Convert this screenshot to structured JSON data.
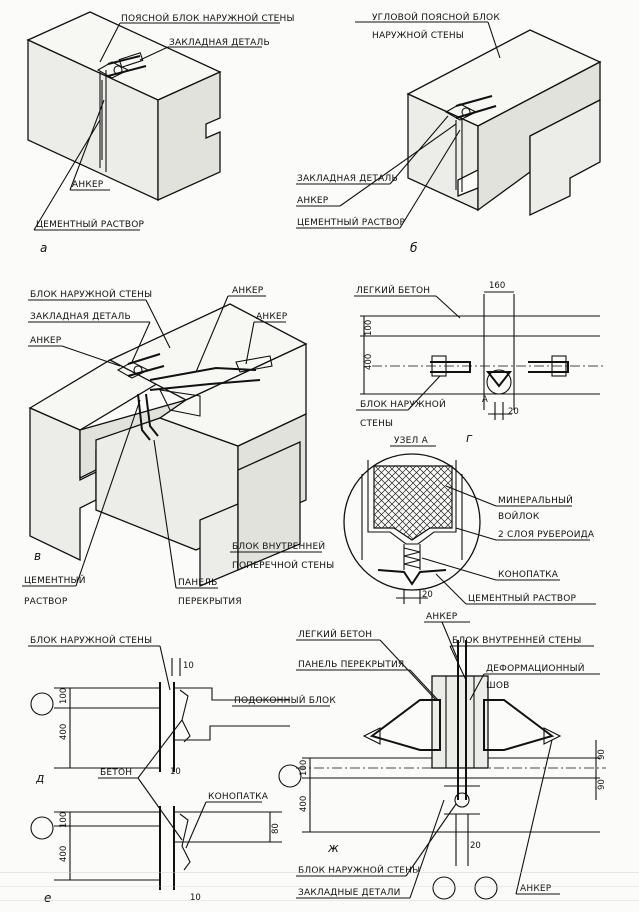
{
  "fig_a": {
    "letter": "а",
    "label_belt_block": "ПОЯСНОЙ БЛОК НАРУЖНОЙ СТЕНЫ",
    "label_embedded_part": "ЗАКЛАДНАЯ ДЕТАЛЬ",
    "label_anchor": "АНКЕР",
    "label_mortar": "ЦЕМЕНТНЫЙ РАСТВОР"
  },
  "fig_b": {
    "letter": "б",
    "label_corner_block_1": "УГЛОВОЙ ПОЯСНОЙ БЛОК",
    "label_corner_block_2": "НАРУЖНОЙ СТЕНЫ",
    "label_embedded_part": "ЗАКЛАДНАЯ ДЕТАЛЬ",
    "label_anchor": "АНКЕР",
    "label_mortar": "ЦЕМЕНТНЫЙ РАСТВОР"
  },
  "fig_v": {
    "letter": "в",
    "label_outer_block": "БЛОК НАРУЖНОЙ СТЕНЫ",
    "label_embedded_part": "ЗАКЛАДНАЯ ДЕТАЛЬ",
    "label_anchor_left": "АНКЕР",
    "label_anchor_top": "АНКЕР",
    "label_anchor_right": "АНКЕР",
    "label_mortar_1": "ЦЕМЕНТНЫЙ",
    "label_mortar_2": "РАСТВОР",
    "label_slab_1": "ПАНЕЛЬ",
    "label_slab_2": "ПЕРЕКРЫТИЯ",
    "label_inner_block_1": "БЛОК ВНУТРЕННЕЙ",
    "label_inner_block_2": "ПОПЕРЕЧНОЙ СТЕНЫ"
  },
  "fig_g": {
    "letter": "г",
    "label_light_concrete": "ЛЕГКИЙ БЕТОН",
    "label_outer_block_1": "БЛОК НАРУЖНОЙ",
    "label_outer_block_2": "СТЕНЫ",
    "dim_100": "100",
    "dim_400": "400",
    "dim_160": "160",
    "dim_20": "20",
    "node_marker": "А"
  },
  "node_a": {
    "title": "УЗЕЛ А",
    "label_wool_1": "МИНЕРАЛЬНЫЙ",
    "label_wool_2": "ВОЙЛОК",
    "label_roofing": "2 СЛОЯ РУБЕРОИДА",
    "label_caulk": "КОНОПАТКА",
    "label_mortar": "ЦЕМЕНТНЫЙ РАСТВОР",
    "dim_20": "20"
  },
  "fig_d": {
    "letter": "д",
    "label_outer_block": "БЛОК НАРУЖНОЙ СТЕНЫ",
    "label_sill_block": "ПОДОКОННЫЙ БЛОК",
    "dim_100": "100",
    "dim_400": "400",
    "dim_10_top": "10",
    "dim_10_bottom": "10"
  },
  "fig_e": {
    "letter": "е",
    "label_concrete": "БЕТОН",
    "label_caulk": "КОНОПАТКА",
    "dim_100": "100",
    "dim_400": "400",
    "dim_80": "80",
    "dim_10": "10"
  },
  "fig_zh": {
    "letter": "ж",
    "label_light_concrete": "ЛЕГКИЙ БЕТОН",
    "label_anchor_top": "АНКЕР",
    "label_inner_block": "БЛОК ВНУТРЕННЕЙ СТЕНЫ",
    "label_slab": "ПАНЕЛЬ ПЕРЕКРЫТИЯ",
    "label_joint_1": "ДЕФОРМАЦИОННЫЙ",
    "label_joint_2": "ШОВ",
    "label_outer_block": "БЛОК НАРУЖНОЙ СТЕНЫ",
    "label_embedded_parts": "ЗАКЛАДНЫЕ ДЕТАЛИ",
    "label_anchor_bottom": "АНКЕР",
    "dim_100": "100",
    "dim_400": "400",
    "dim_90": "90",
    "dim_90b": "90",
    "dim_20": "20"
  }
}
